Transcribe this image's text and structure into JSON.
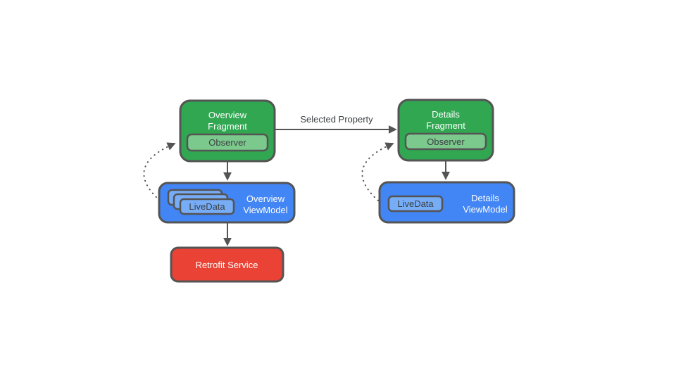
{
  "colors": {
    "background": "#ffffff",
    "fragment_green": "#31a752",
    "observer_green": "#7cc98d",
    "viewmodel_blue": "#4285f4",
    "livedata_blue": "#77adf7",
    "service_red": "#ea4335",
    "border_gray": "#545454",
    "arrow_gray": "#545454",
    "label_dark": "#3c4043",
    "label_light": "#ffffff"
  },
  "nodes": {
    "overview_fragment": {
      "line1": "Overview",
      "line2": "Fragment",
      "observer": "Observer"
    },
    "details_fragment": {
      "line1": "Details",
      "line2": "Fragment",
      "observer": "Observer"
    },
    "overview_viewmodel": {
      "line1": "Overview",
      "line2": "ViewModel",
      "livedata": "LiveData"
    },
    "details_viewmodel": {
      "line1": "Details",
      "line2": "ViewModel",
      "livedata": "LiveData"
    },
    "retrofit_service": {
      "label": "Retrofit Service"
    }
  },
  "edges": {
    "selected_property": {
      "label": "Selected Property"
    }
  }
}
